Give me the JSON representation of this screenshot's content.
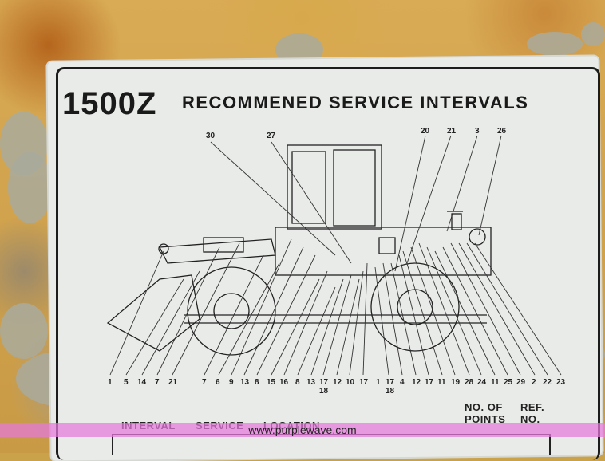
{
  "title": {
    "model": "1500Z",
    "rest": "RECOMMENED SERVICE INTERVALS"
  },
  "top_callouts": [
    "30",
    "27",
    "20",
    "21",
    "3",
    "26"
  ],
  "bottom_callouts": [
    "1",
    "5",
    "14",
    "7",
    "21",
    "7",
    "6",
    "9",
    "13",
    "8",
    "15",
    "16",
    "8",
    "13",
    "17",
    "12",
    "10",
    "17",
    "1",
    "17",
    "4",
    "12",
    "17",
    "11",
    "19",
    "28",
    "24",
    "11",
    "25",
    "29",
    "2",
    "22",
    "23"
  ],
  "sub_callouts": [
    "18",
    "18"
  ],
  "table_headers": {
    "interval": "INTERVAL",
    "service": "SERVICE",
    "location": "LOCATION",
    "points": "NO. OF\nPOINTS",
    "ref": "REF.\nNO."
  },
  "watermark": "www.purplewave.com",
  "colors": {
    "sticker": "#e9ebe8",
    "ink": "#1c1c1c",
    "rust": "#c99a45",
    "watermark_band": "#e678dc"
  }
}
